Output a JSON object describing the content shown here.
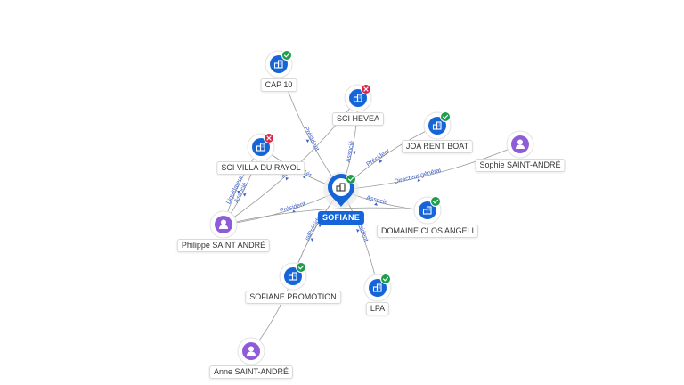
{
  "center": {
    "label": "SOFIANE",
    "status": "active"
  },
  "nodes": [
    {
      "id": "cap10",
      "label": "CAP 10",
      "type": "company",
      "status": "active"
    },
    {
      "id": "scihevea",
      "label": "SCI HEVEA",
      "type": "company",
      "status": "inactive"
    },
    {
      "id": "joarentboat",
      "label": "JOA RENT BOAT",
      "type": "company",
      "status": "active"
    },
    {
      "id": "sophie",
      "label": "Sophie SAINT-ANDRÉ",
      "type": "person"
    },
    {
      "id": "scivilla",
      "label": "SCI VILLA DU RAYOL",
      "type": "company",
      "status": "inactive"
    },
    {
      "id": "domaine",
      "label": "DOMAINE CLOS ANGELI",
      "type": "company",
      "status": "active"
    },
    {
      "id": "philippe",
      "label": "Philippe SAINT ANDRÉ",
      "type": "person"
    },
    {
      "id": "sofianepromo",
      "label": "SOFIANE PROMOTION",
      "type": "company",
      "status": "active"
    },
    {
      "id": "lpa",
      "label": "LPA",
      "type": "company",
      "status": "active"
    },
    {
      "id": "anne",
      "label": "Anne SAINT-ANDRÉ",
      "type": "person"
    }
  ],
  "edges": [
    {
      "from": "center",
      "to": "cap10",
      "label": "Président"
    },
    {
      "from": "center",
      "to": "scihevea",
      "label": "Associé"
    },
    {
      "from": "center",
      "to": "joarentboat",
      "label": "Président"
    },
    {
      "from": "center",
      "to": "sophie",
      "label": "Directeur général"
    },
    {
      "from": "center",
      "to": "scivilla",
      "label": "Gér"
    },
    {
      "from": "center",
      "to": "domaine",
      "label": "Associé"
    },
    {
      "from": "center",
      "to": "philippe",
      "label": "Président"
    },
    {
      "from": "center",
      "to": "sofianepromo",
      "label": "Président"
    },
    {
      "from": "center",
      "to": "lpa",
      "label": "Président"
    },
    {
      "from": "philippe",
      "to": "scivilla",
      "label": "Associé"
    },
    {
      "from": "philippe",
      "to": "scivilla",
      "label": "Liquidateur"
    },
    {
      "from": "philippe",
      "to": "scihevea",
      "label": "ie"
    },
    {
      "from": "philippe",
      "to": "domaine",
      "label": ""
    },
    {
      "from": "anne",
      "to": "sofianepromo",
      "label": ""
    },
    {
      "from": "sofianepromo",
      "to": "center",
      "label": "ial"
    }
  ],
  "colors": {
    "company_fill": "#1565d8",
    "person_fill": "#8e5cd9",
    "active_badge": "#1e9e4a",
    "inactive_badge": "#d8264b",
    "edge": "#9a9a9a",
    "edge_label": "#3d62c9"
  },
  "icons": {
    "company": "building-icon",
    "person": "person-icon",
    "active": "check-icon",
    "inactive": "close-icon"
  }
}
